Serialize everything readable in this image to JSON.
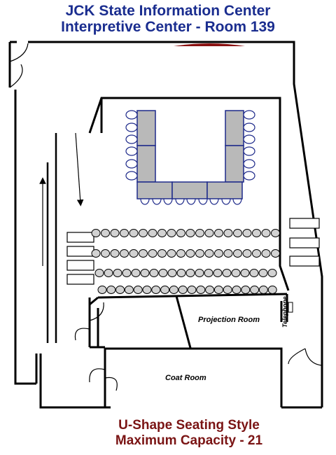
{
  "header": {
    "line1": "JCK State Information Center",
    "line2": "Interpretive Center - Room 139"
  },
  "rooms": {
    "projection": "Projection Room",
    "coat": "Coat Room",
    "telephone": "Telephone"
  },
  "footer": {
    "style": "U-Shape Seating Style",
    "capacity": "Maximum Capacity - 21"
  },
  "colors": {
    "title": "#1a2d8f",
    "footer": "#7a1414",
    "table_fill": "#b9b9b9",
    "table_stroke": "#1e2a8a",
    "seat_fill": "#d2d2d2",
    "stage": "#8b1111"
  }
}
